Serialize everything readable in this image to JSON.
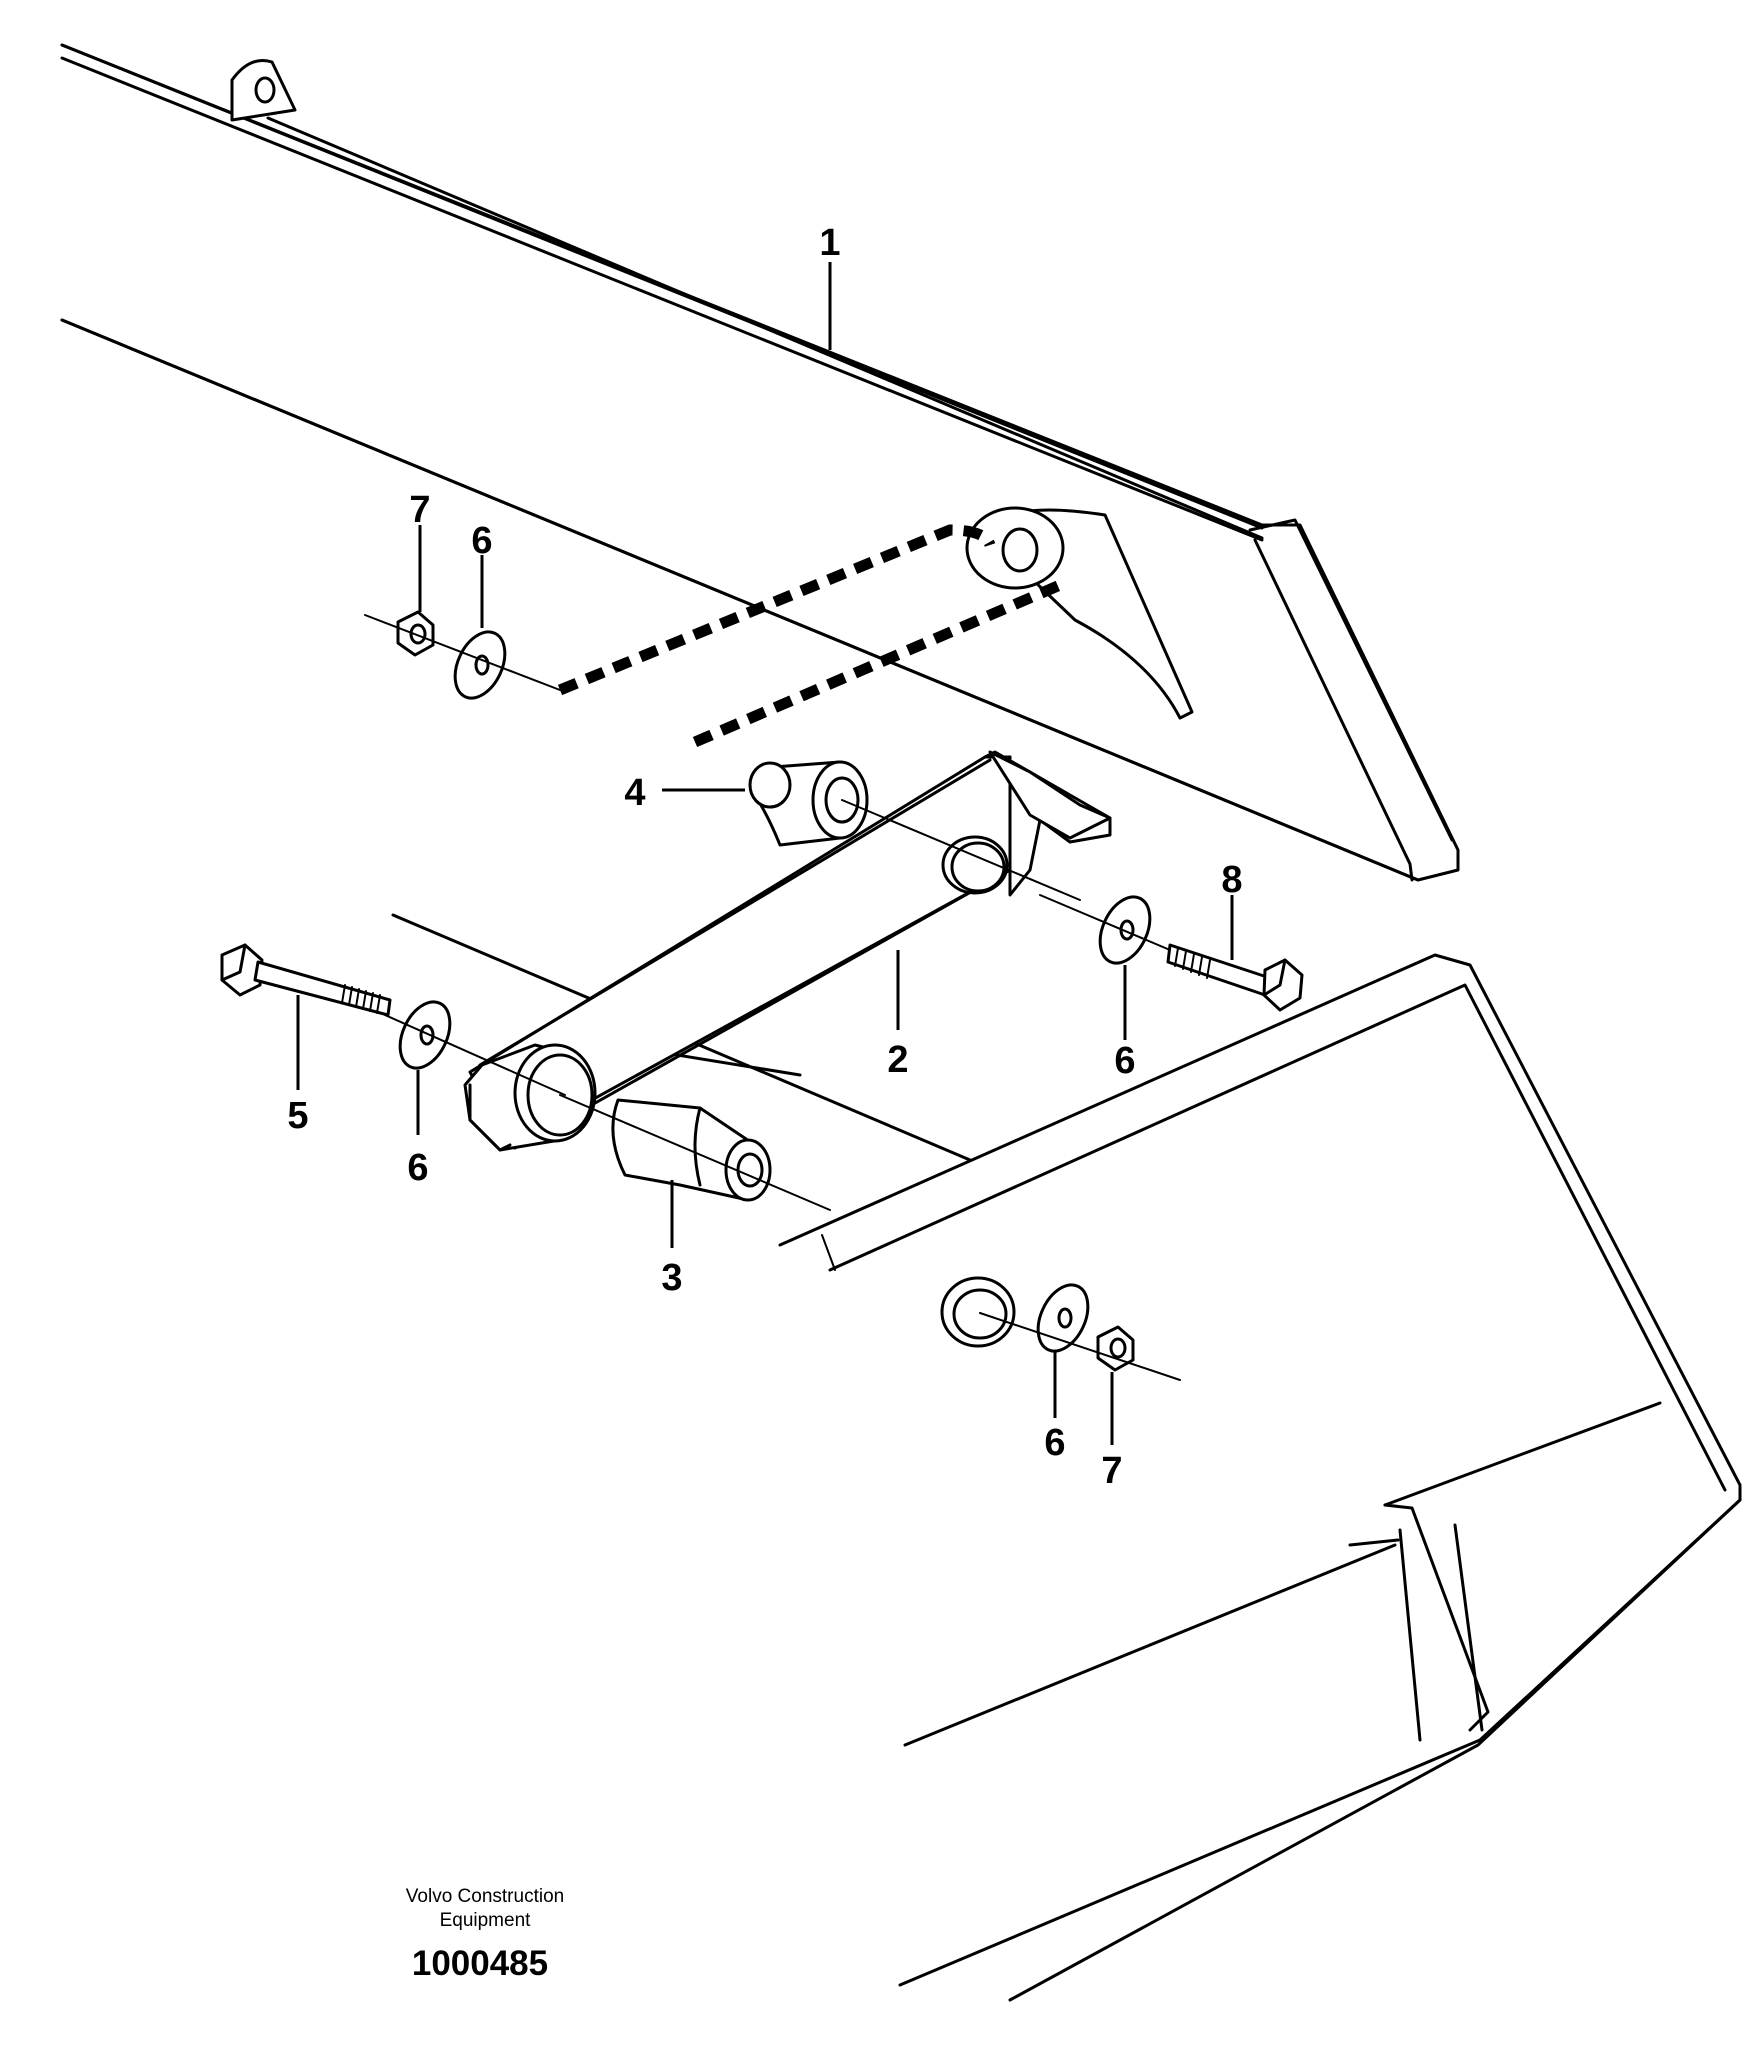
{
  "diagram": {
    "callouts": {
      "boom_arm": "1",
      "link": "2",
      "bushing_long": "3",
      "bushing_short": "4",
      "bolt_long": "5",
      "washer": "6",
      "nut": "7",
      "bolt_short": "8"
    },
    "footer": {
      "brand_line1": "Volvo Construction",
      "brand_line2": "Equipment",
      "document_number": "1000485"
    }
  }
}
